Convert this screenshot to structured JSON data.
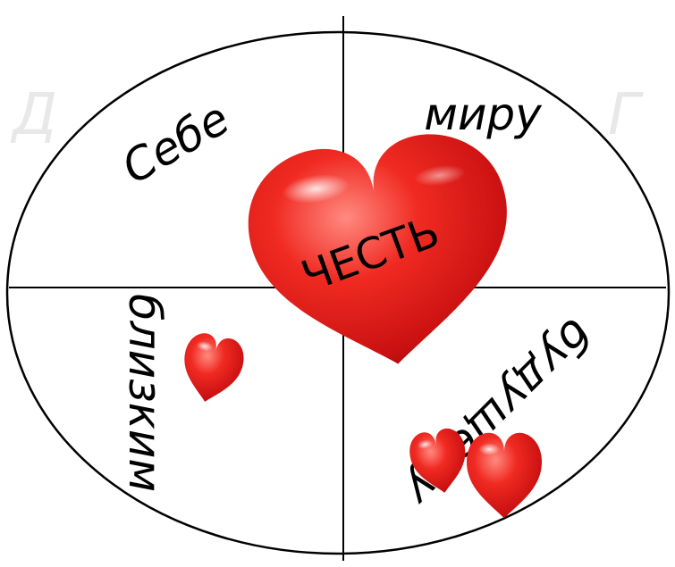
{
  "diagram": {
    "center_label": "ЧЕСТЬ",
    "quadrants": [
      {
        "position": "top-left",
        "label": "Себе"
      },
      {
        "position": "top-right",
        "label": "миру"
      },
      {
        "position": "bottom-left",
        "label": "близким"
      },
      {
        "position": "bottom-right",
        "label": "будущему"
      }
    ],
    "watermark_fragments": [
      "Д",
      "Г"
    ],
    "colors": {
      "outline": "#000000",
      "heart_light": "#ff6a5e",
      "heart_mid": "#ee1c1c",
      "heart_dark": "#a80c0c",
      "text": "#000000",
      "watermark": "#e6e6e6"
    }
  }
}
